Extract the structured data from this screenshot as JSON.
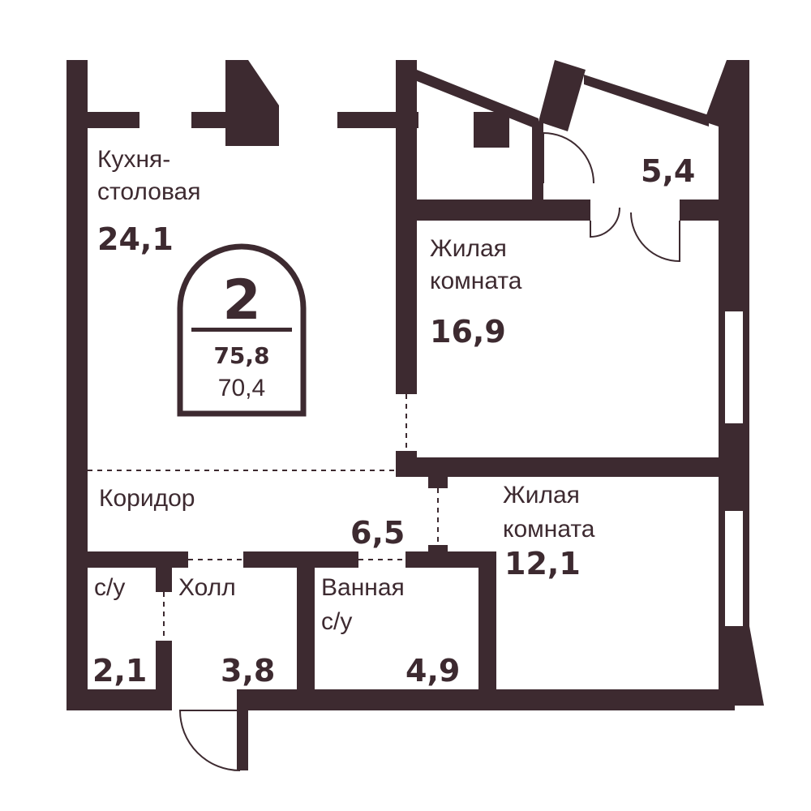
{
  "colors": {
    "wall": "#3d2a30",
    "background": "#ffffff",
    "dashed": "#3d2a30"
  },
  "apartment": {
    "rooms_count": "2",
    "total_area": "75,8",
    "living_area": "70,4"
  },
  "rooms": {
    "kitchen": {
      "name_line1": "Кухня-",
      "name_line2": "столовая",
      "area": "24,1"
    },
    "balcony": {
      "area": "5,4"
    },
    "living1": {
      "name_line1": "Жилая",
      "name_line2": "комната",
      "area": "16,9"
    },
    "corridor": {
      "name": "Коридор",
      "area": "6,5"
    },
    "living2": {
      "name_line1": "Жилая",
      "name_line2": "комната",
      "area": "12,1"
    },
    "wc": {
      "name": "с/у",
      "area": "2,1"
    },
    "hall": {
      "name": "Холл",
      "area": "3,8"
    },
    "bathroom": {
      "name_line1": "Ванная",
      "name_line2": "с/у",
      "area": "4,9"
    }
  }
}
